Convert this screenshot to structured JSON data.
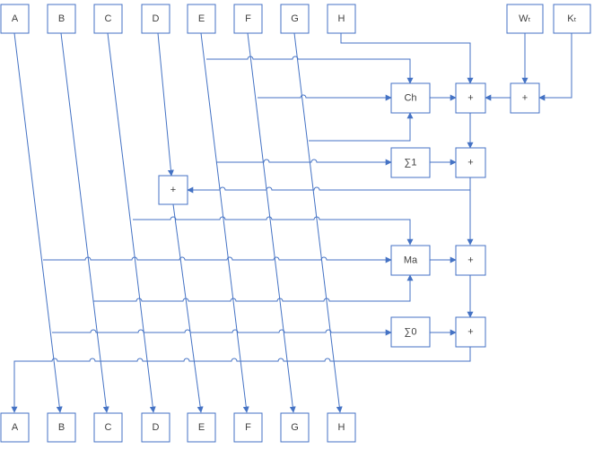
{
  "inputs": [
    "A",
    "B",
    "C",
    "D",
    "E",
    "F",
    "G",
    "H"
  ],
  "extra_inputs": [
    "Wₜ",
    "Kₜ"
  ],
  "outputs": [
    "A",
    "B",
    "C",
    "D",
    "E",
    "F",
    "G",
    "H"
  ],
  "ops": {
    "ch": "Ch",
    "maj": "Ma",
    "sigma1": "∑1",
    "sigma0": "∑0",
    "plus": "+"
  },
  "colors": {
    "line": "#4472c4",
    "text": "#404040",
    "box_fill": "#ffffff"
  }
}
